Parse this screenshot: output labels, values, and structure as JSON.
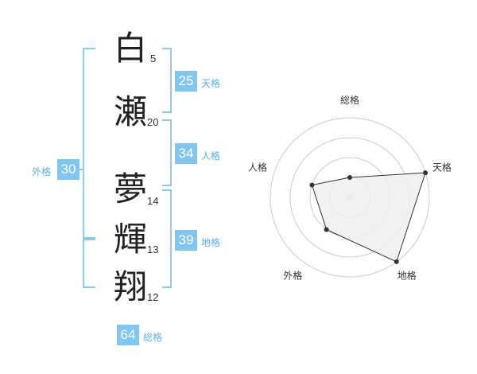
{
  "name": {
    "chars": [
      {
        "char": "白",
        "strokes": "5"
      },
      {
        "char": "瀬",
        "strokes": "20"
      },
      {
        "char": "夢",
        "strokes": "14"
      },
      {
        "char": "輝",
        "strokes": "13"
      },
      {
        "char": "翔",
        "strokes": "12"
      }
    ]
  },
  "grids": {
    "tenkaku": {
      "value": "25",
      "label": "天格"
    },
    "jinkaku": {
      "value": "34",
      "label": "人格"
    },
    "chikaku": {
      "value": "39",
      "label": "地格"
    },
    "gaikaku": {
      "value": "30",
      "label": "外格"
    },
    "soukaku": {
      "value": "64",
      "label": "総格"
    }
  },
  "chart_data": {
    "type": "radar",
    "axes": [
      "総格",
      "天格",
      "地格",
      "外格",
      "人格"
    ],
    "values": [
      1,
      4,
      4,
      2,
      2
    ],
    "max": 4,
    "rings": 4,
    "colors": {
      "fill": "#eeeeee",
      "stroke": "#333333",
      "grid": "#cccccc",
      "center": "#cccccc"
    }
  }
}
